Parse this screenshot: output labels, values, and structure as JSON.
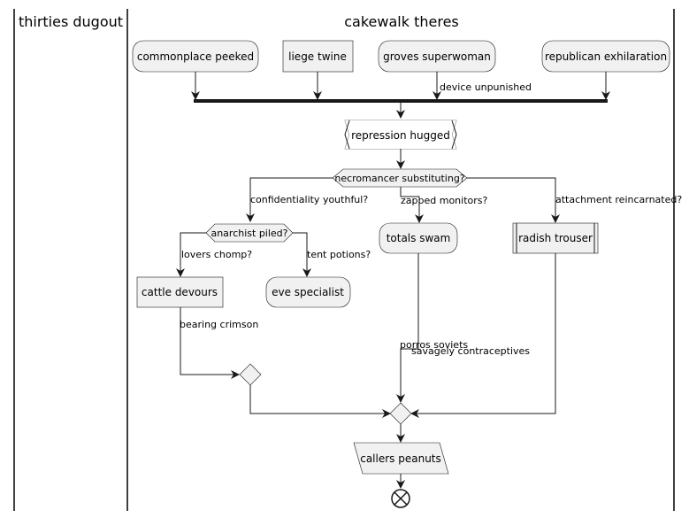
{
  "lanes": {
    "left_title": "thirties dugout",
    "right_title": "cakewalk theres"
  },
  "nodes": {
    "commonplace": "commonplace peeked",
    "liege": "liege twine",
    "groves": "groves superwoman",
    "republican": "republican exhilaration",
    "repression": "repression hugged",
    "necromancer": "necromancer substituting?",
    "anarchist": "anarchist piled?",
    "cattle": "cattle devours",
    "eve": "eve specialist",
    "totals": "totals swam",
    "radish": "radish trouser",
    "callers": "callers peanuts"
  },
  "edge_labels": {
    "device": "device unpunished",
    "confidentiality": "confidentiality youthful?",
    "zapped": "zapped monitors?",
    "attachment": "attachment reincarnated?",
    "lovers": "lovers chomp?",
    "tent": "tent potions?",
    "bearing": "bearing crimson",
    "porros": "porros soviets",
    "savagely": "savagely contraceptives"
  }
}
